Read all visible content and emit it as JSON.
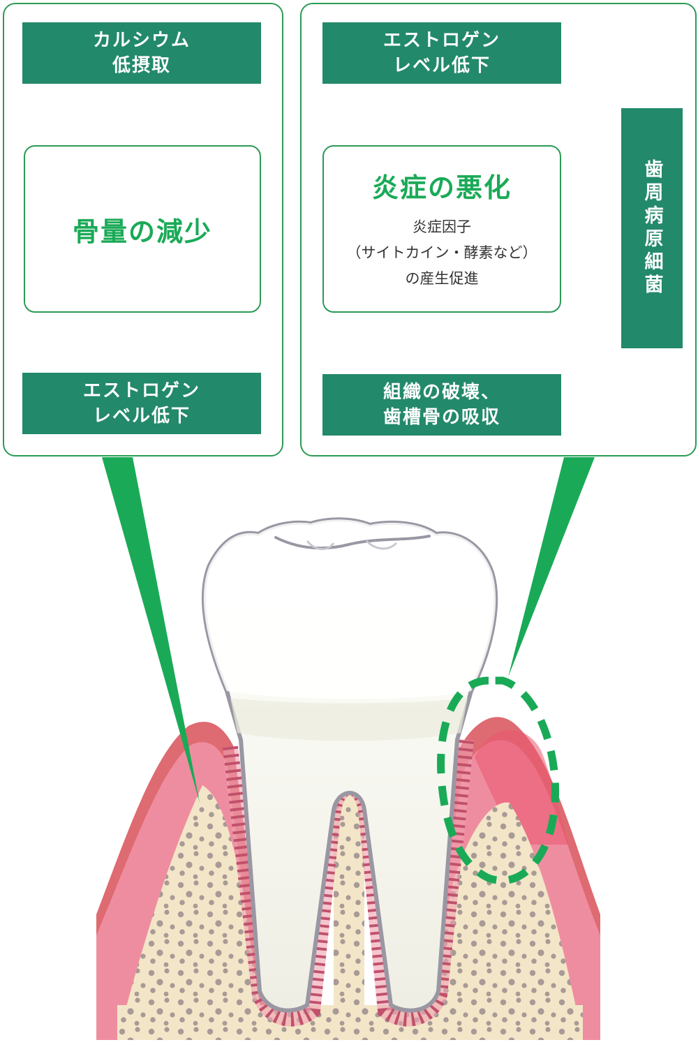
{
  "left_panel": {
    "top_label": "カルシウム\n低摂取",
    "main_label": "骨量の減少",
    "bottom_label": "エストロゲン\nレベル低下"
  },
  "right_panel": {
    "top_label": "エストロゲン\nレベル低下",
    "main_label": "炎症の悪化",
    "main_sub": "炎症因子\n（サイトカイン・酵素など）\nの産生促進",
    "bottom_label": "組織の破壊、\n歯槽骨の吸収",
    "side_label": "歯周病原細菌"
  },
  "colors": {
    "label_bg": "#23896b",
    "accent_green": "#1aaa57",
    "border_green": "#2b9a55",
    "arrow_fill": "#c9e6cf",
    "gum_outer": "#de6a72",
    "gum_inner": "#ef8da0",
    "bone": "#f3e6c8",
    "bone_dots": "#a89a96",
    "tooth": "#f7f6ee",
    "tooth_outline": "#9a97a3"
  }
}
